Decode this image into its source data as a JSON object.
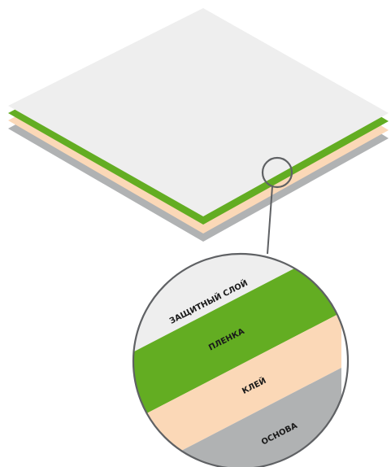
{
  "colors": {
    "background": "#ffffff",
    "protective_layer": "#eeeeee",
    "film": "#63ad22",
    "adhesive": "#fbd8b7",
    "base": "#b0b2b3",
    "outline": "#5f6164"
  },
  "layers": [
    {
      "label": "ЗАЩИТНЫЙ СЛОЙ"
    },
    {
      "label": "ПЛЕНКА"
    },
    {
      "label": "КЛЕЙ"
    },
    {
      "label": "ОСНОВА"
    }
  ]
}
